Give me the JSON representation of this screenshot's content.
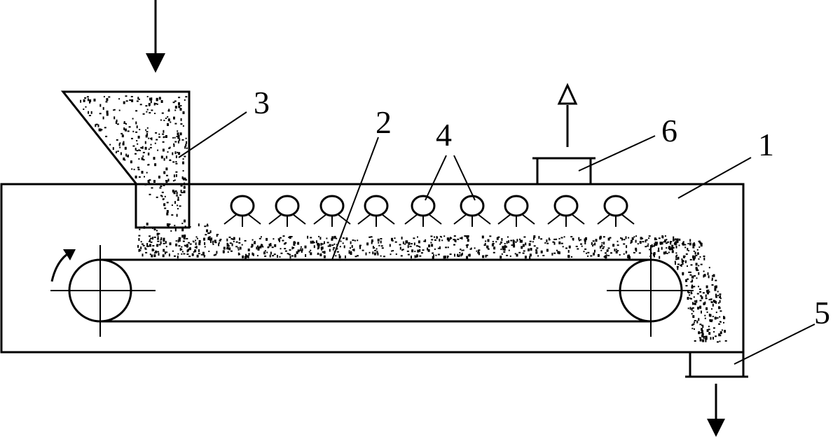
{
  "diagram": {
    "labels": {
      "l1": "1",
      "l2": "2",
      "l3": "3",
      "l4": "4",
      "l5": "5",
      "l6": "6"
    },
    "colors": {
      "line": "#000000",
      "background": "#ffffff"
    },
    "lamp_count": 9
  }
}
